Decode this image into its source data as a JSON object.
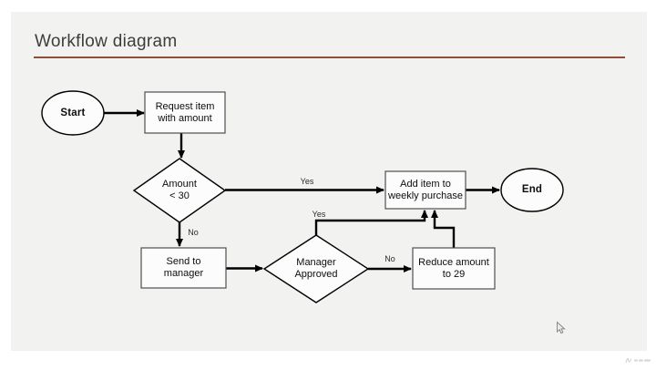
{
  "window": {
    "background": "#ffffff"
  },
  "slide": {
    "background": "#f2f2f1",
    "title": "Workflow diagram",
    "title_color": "#3d3d3d",
    "accent_line_color": "#8c4f37"
  },
  "flowchart": {
    "connector_color": "#000000",
    "node_fill": "#fcfcfc",
    "process_border_color": "#4f4f4f",
    "terminator_border_color": "#000000",
    "nodes": {
      "start": {
        "type": "terminator",
        "label": "Start"
      },
      "request_item": {
        "type": "process",
        "line1": "Request item",
        "line2": "with amount"
      },
      "amount_check": {
        "type": "decision",
        "line1": "Amount",
        "line2": "< 30"
      },
      "add_item": {
        "type": "process",
        "line1": "Add item to",
        "line2": "weekly purchase"
      },
      "end": {
        "type": "terminator",
        "label": "End"
      },
      "send_manager": {
        "type": "process",
        "line1": "Send to",
        "line2": "manager"
      },
      "manager_approved": {
        "type": "decision",
        "line1": "Manager",
        "line2": "Approved"
      },
      "reduce_amount": {
        "type": "process",
        "line1": "Reduce amount",
        "line2": "to 29"
      }
    },
    "edge_labels": {
      "amount_yes": "Yes",
      "amount_no": "No",
      "manager_yes": "Yes",
      "manager_no": "No"
    }
  }
}
